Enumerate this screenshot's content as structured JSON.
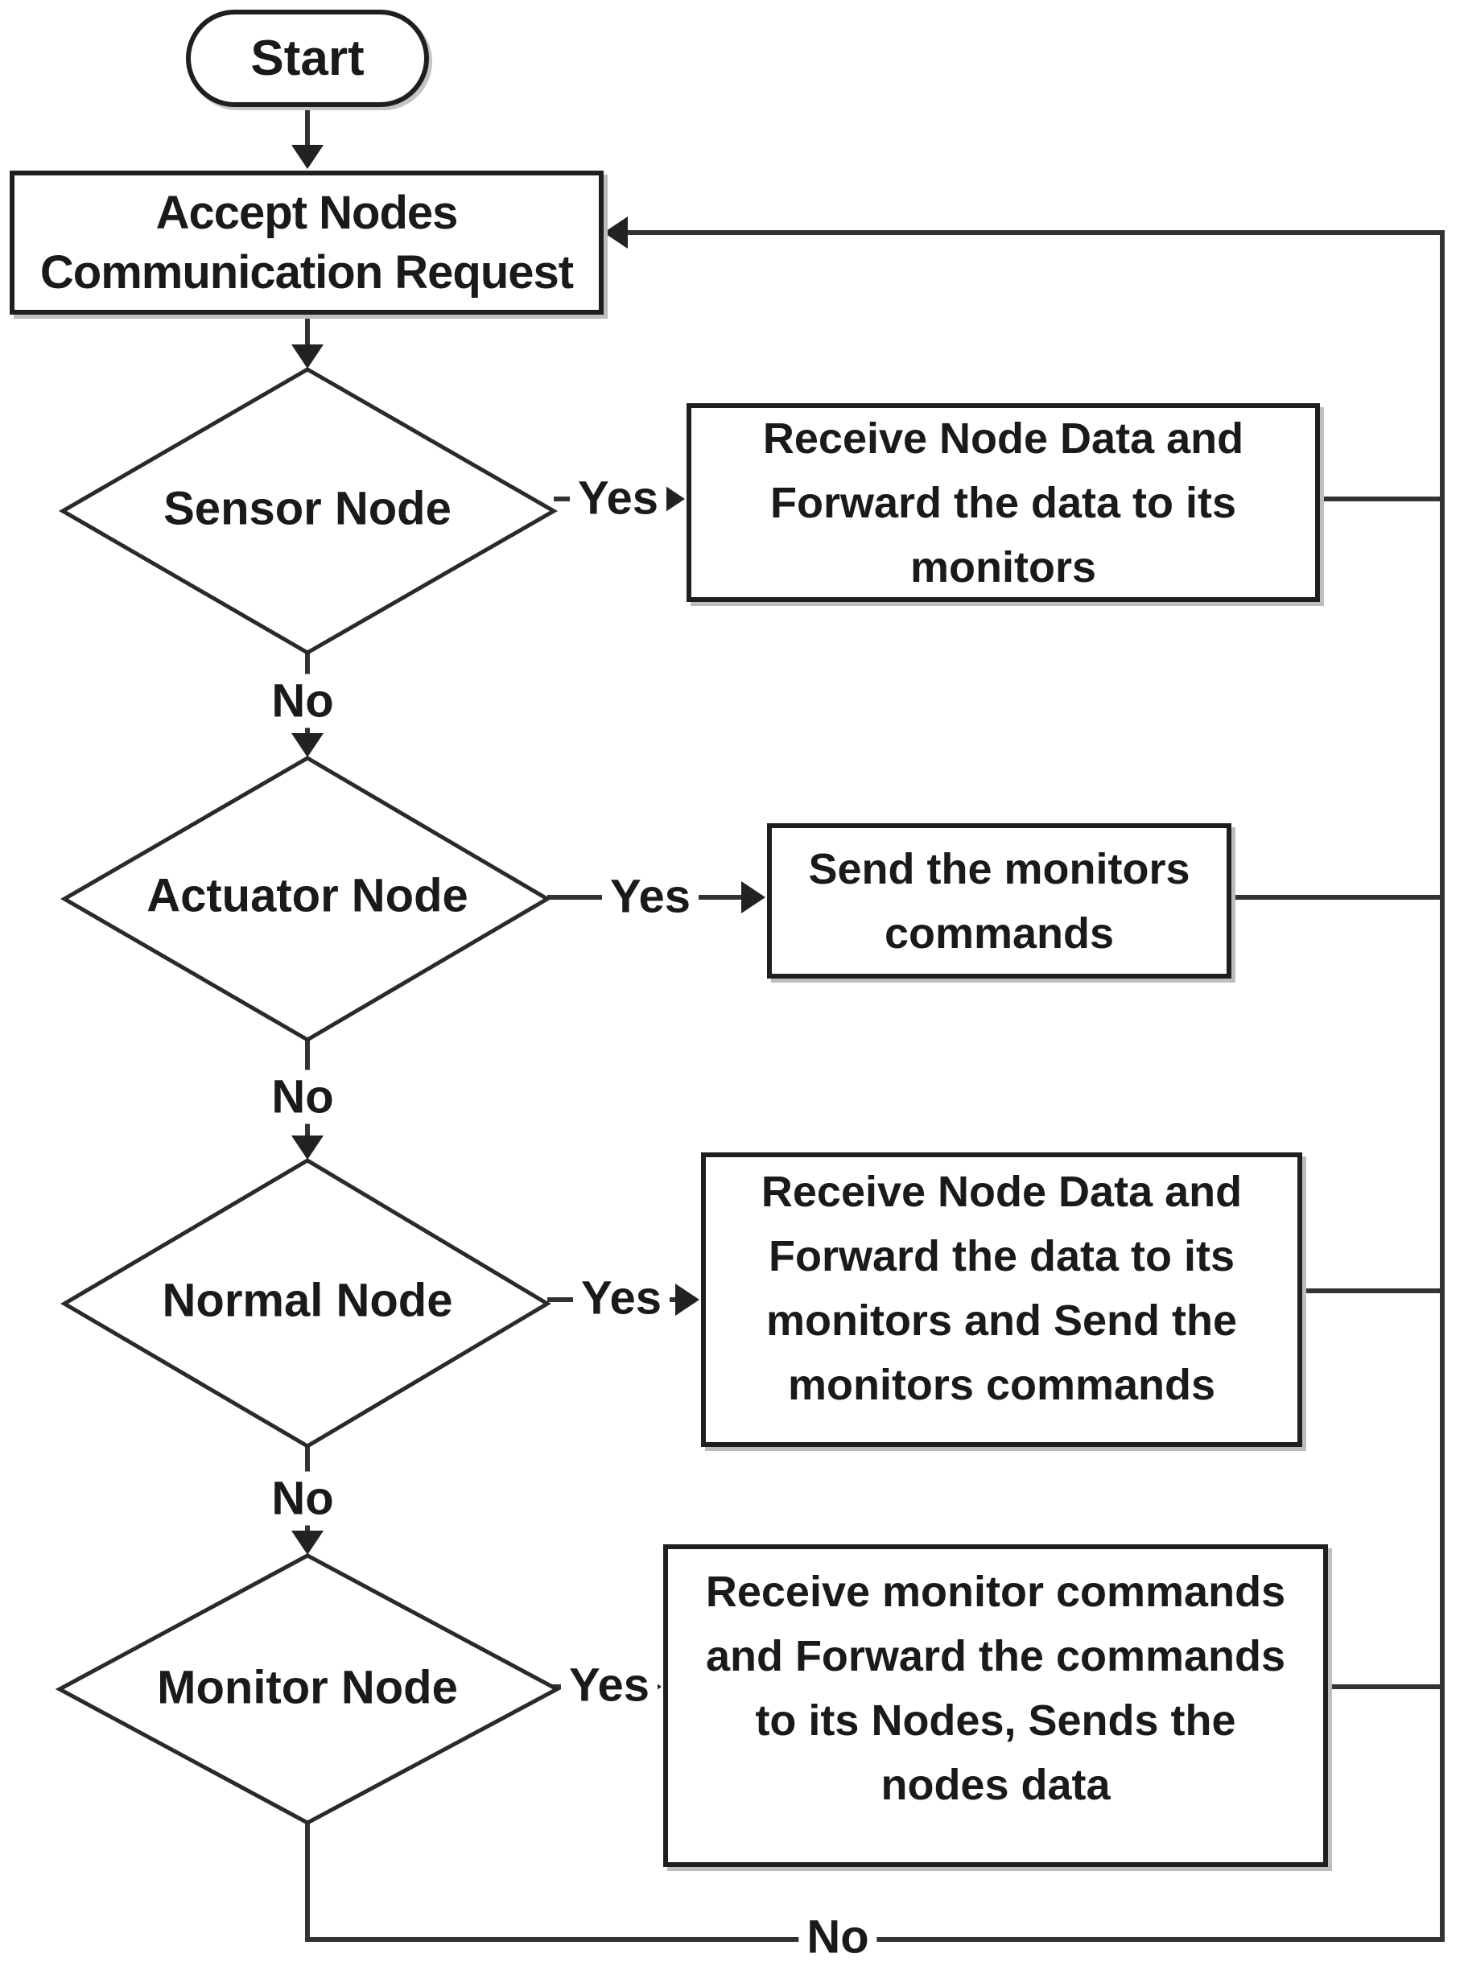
{
  "flow": {
    "title_hint": "node communication handling flowchart",
    "start_label": "Start",
    "entry_box": {
      "lines": [
        "Accept Nodes",
        "Communication Request"
      ]
    },
    "decisions": [
      {
        "label": "Sensor Node",
        "yes": "Yes",
        "no": "No",
        "result_lines": [
          "Receive Node Data and",
          "Forward the data to its",
          "monitors"
        ]
      },
      {
        "label": "Actuator Node",
        "yes": "Yes",
        "no": "No",
        "result_lines": [
          "Send the monitors",
          "commands"
        ]
      },
      {
        "label": "Normal Node",
        "yes": "Yes",
        "no": "No",
        "result_lines": [
          "Receive Node Data and",
          "Forward the data to its",
          "monitors and Send the",
          "monitors commands"
        ]
      },
      {
        "label": "Monitor Node",
        "yes": "Yes",
        "no": "No",
        "result_lines": [
          "Receive monitor commands",
          "and Forward the commands",
          "to its Nodes, Sends the",
          "nodes data"
        ]
      }
    ],
    "loop_back_no_label": "No",
    "colors": {
      "background": "#ffffff",
      "text": "#1a1a1a",
      "line": "#333333",
      "shape_border": "#1f1f1f"
    }
  }
}
